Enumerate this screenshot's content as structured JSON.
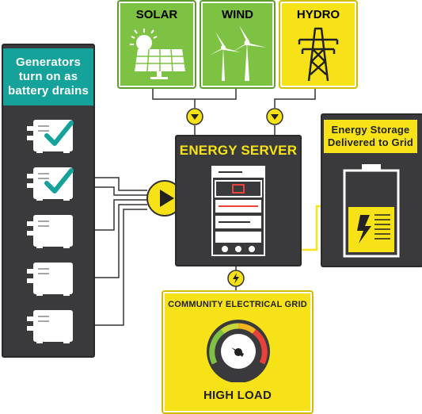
{
  "sources": [
    {
      "label": "SOLAR",
      "icon": "solar-panel-icon"
    },
    {
      "label": "WIND",
      "icon": "wind-turbine-icon"
    },
    {
      "label": "HYDRO",
      "icon": "power-tower-icon"
    }
  ],
  "generators": {
    "title": "Generators turn on as battery drains",
    "units": [
      {
        "icon": "generator-icon",
        "active": true
      },
      {
        "icon": "generator-icon",
        "active": true
      },
      {
        "icon": "generator-icon",
        "active": false
      },
      {
        "icon": "generator-icon",
        "active": false
      },
      {
        "icon": "generator-icon",
        "active": false
      }
    ]
  },
  "server": {
    "title": "ENERGY SERVER",
    "icon": "server-rack-icon"
  },
  "storage": {
    "title": "Energy Storage Delivered to Grid",
    "icon": "battery-icon"
  },
  "grid": {
    "title": "COMMUNITY ELECTRICAL GRID",
    "status": "HIGH LOAD",
    "icon": "gauge-icon"
  },
  "colors": {
    "green": "#7dc242",
    "yellow": "#f7e218",
    "dark": "#3a3a3c",
    "teal": "#14a29a"
  }
}
